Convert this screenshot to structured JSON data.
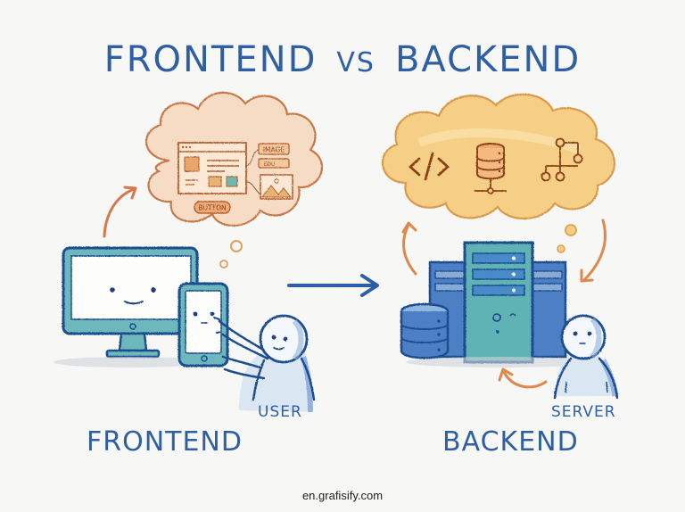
{
  "title": {
    "left": "FRONTEND",
    "vs": "VS",
    "right": "BACKEND"
  },
  "frontend": {
    "label": "FRONTEND",
    "actor_label": "USER",
    "thought_bubble": {
      "items": [
        "IMAGE",
        "EDU",
        "BUTTON"
      ],
      "icons": [
        "browser-window-icon",
        "image-icon"
      ]
    },
    "devices": [
      "desktop-monitor",
      "smartphone"
    ]
  },
  "backend": {
    "label": "BACKEND",
    "actor_label": "SERVER",
    "thought_bubble": {
      "icons": [
        "code-icon",
        "database-network-icon",
        "hierarchy-icon"
      ]
    },
    "devices": [
      "server-rack",
      "database"
    ]
  },
  "connector": {
    "direction": "frontend-to-backend"
  },
  "footer": {
    "credit": "en.grafisify.com"
  },
  "colors": {
    "primary_blue": "#2f5fa3",
    "teal": "#5fb3b5",
    "orange": "#e0874a",
    "frontend_cloud": "#f6dcc4",
    "backend_cloud": "#f5cf85",
    "background": "#f7f7f6"
  }
}
